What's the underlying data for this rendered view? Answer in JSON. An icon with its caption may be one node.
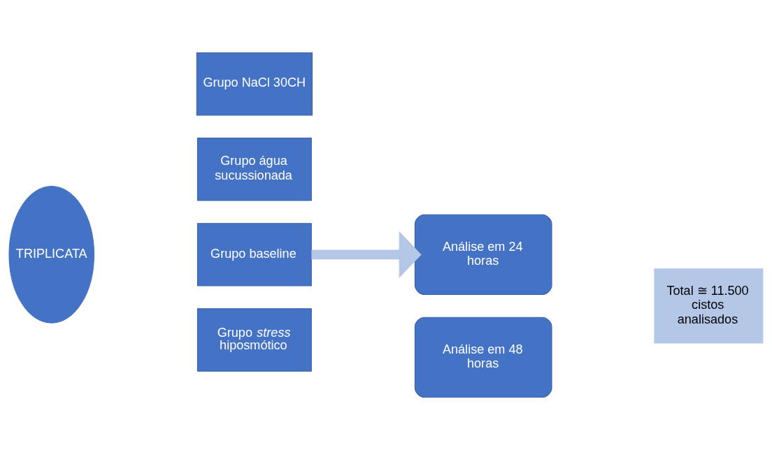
{
  "diagram": {
    "nodes": [
      {
        "text": [
          "TRIPLICATA"
        ]
      },
      {
        "text": [
          "Grupo NaCl 30CH"
        ]
      },
      {
        "text": [
          "Grupo água sucussionada"
        ]
      },
      {
        "text": [
          "Grupo baseline"
        ]
      },
      {
        "text": [
          "Grupo *stress* hiposmótico"
        ]
      },
      {
        "text": [
          "Análise em 24 horas"
        ]
      },
      {
        "text": [
          "Análise em 48 horas"
        ]
      },
      {
        "text": [
          "Total ≅ 11.500 cistos analisados"
        ]
      }
    ],
    "edges": [
      {
        "from": 3,
        "to": 5,
        "arrow": "to",
        "color": "#b4c7e7"
      }
    ]
  }
}
